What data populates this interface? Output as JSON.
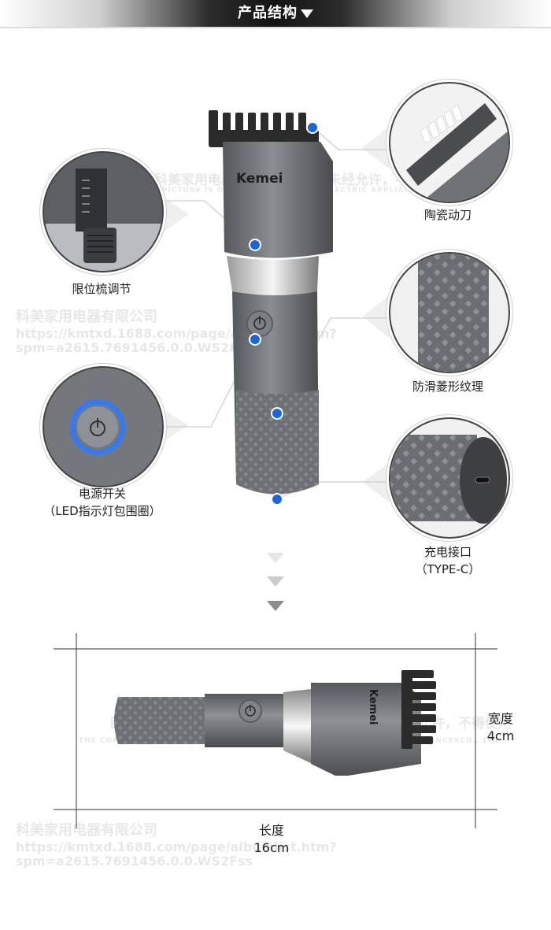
{
  "header": {
    "title": "产品结构"
  },
  "features": {
    "ceramic_blade": "陶瓷动刀",
    "limit_comb": "限位梳调节",
    "texture": "防滑菱形纹理",
    "power_switch_line1": "电源开关",
    "power_switch_line2": "（LED指示灯包围圈）",
    "charging_port_line1": "充电接口",
    "charging_port_line2": "（TYPE-C）"
  },
  "product": {
    "brand_text": "Kemei"
  },
  "dimensions": {
    "width_label": "宽度",
    "width_value": "4cm",
    "length_label": "长度",
    "length_value": "16cm"
  },
  "watermarks": {
    "company_cn": "科美家用电器有限公司",
    "url_line1": "https://kmtxd.1688.com/page/albumlist.htm?",
    "url_line2": "spm=a2615.7691456.0.0.WS2Fss",
    "copyright_cn": "图片版权归义乌市科美家用电器有限公司所有，未经允许，不得使用",
    "copyright_en": "THE COPYRIGHT OF THE PICTURE IS OWNED BY YIWU KMEI ELECTRIC APPLIANCESCO., LTD."
  },
  "colors": {
    "accent_blue": "#1a66e0",
    "body_gray": "#6b6e72",
    "dark_gray": "#3e4043"
  }
}
